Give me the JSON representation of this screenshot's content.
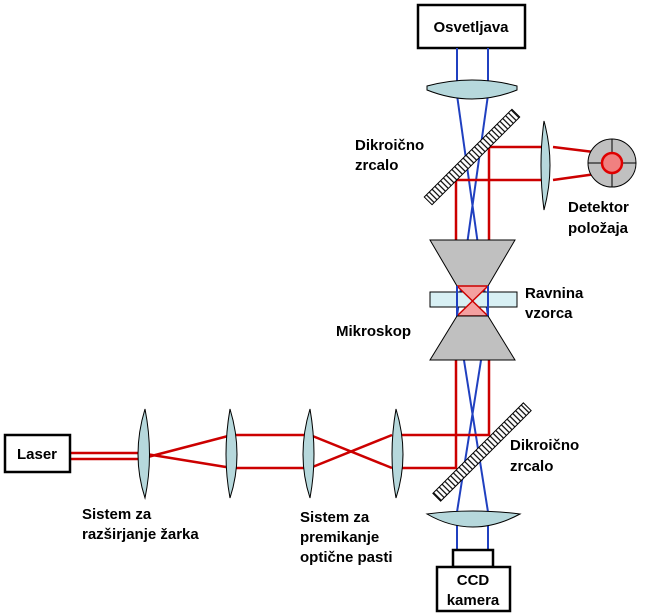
{
  "labels": {
    "illumination": "Osvetljava",
    "dichroic_top": [
      "Dikroično",
      "zrcalo"
    ],
    "detector": [
      "Detektor",
      "položaja"
    ],
    "sample_plane": [
      "Ravnina",
      "vzorca"
    ],
    "microscope": "Mikroskop",
    "laser": "Laser",
    "beam_expander": [
      "Sistem za",
      "razširjanje žarka"
    ],
    "trap_steering": [
      "Sistem za",
      "premikanje",
      "optične pasti"
    ],
    "dichroic_bottom": [
      "Dikroično",
      "zrcalo"
    ],
    "camera": [
      "CCD",
      "kamera"
    ]
  },
  "colors": {
    "laser_beam": "#cc0000",
    "illumination_beam": "#2040c0",
    "lens": "#b6d8dc",
    "objective": "#c0c0c0",
    "sample_plane": "#d8f0f4"
  }
}
